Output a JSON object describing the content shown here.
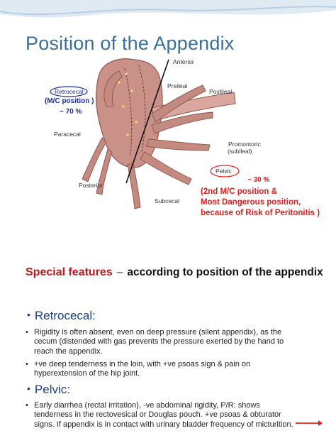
{
  "slide1": {
    "title": "Position of the Appendix",
    "labels": {
      "anterior": "Anterior",
      "preileal": "Preileal",
      "postileal": "Postileal",
      "retrocecal": "Retrocecal",
      "paracecal": "Paracecal",
      "promontoric": "Promontoric",
      "subileal": "(subileal)",
      "pelvic": "Pelvic",
      "posterior": "Posterior",
      "subcecal": "Subcecal"
    },
    "annotations": {
      "retro_position": "(M/C position )",
      "retro_percent": "~ 70 %",
      "pelvic_percent": "~ 30 %",
      "pelvic_line1": "(2nd M/C position &",
      "pelvic_line2": "Most Dangerous position,",
      "pelvic_line3": "because of Risk of Peritonitis )"
    },
    "colors": {
      "title": "#3a6f9a",
      "accent_red": "#e0201c",
      "accent_blue": "#1b2ea3",
      "organ": "#c99187"
    }
  },
  "slide2": {
    "heading_accent": "Special features",
    "heading_dash": "–",
    "heading_rest": "according to position of the appendix",
    "sections": [
      {
        "title": "Retrocecal:",
        "bullets": [
          "Rigidity is often absent, even on deep pressure (silent appendix), as the cecum (distended with gas prevents the pressure exerted by the hand to reach the appendix.",
          "+ve deep tenderness in the loin, with +ve psoas sign & pain on hyperextension of the hip joint."
        ]
      },
      {
        "title": "Pelvic:",
        "bullets": [
          "Early diarrhea (rectal irritation), -ve abdominal rigidity, P/R: shows tenderness in the rectovesical or Douglas pouch. +ve psoas & obturator signs. If appendix is in contact with urinary bladder frequency of micturition."
        ]
      }
    ],
    "bullet_symbol": "•",
    "sub_bullet_symbol": "•"
  }
}
